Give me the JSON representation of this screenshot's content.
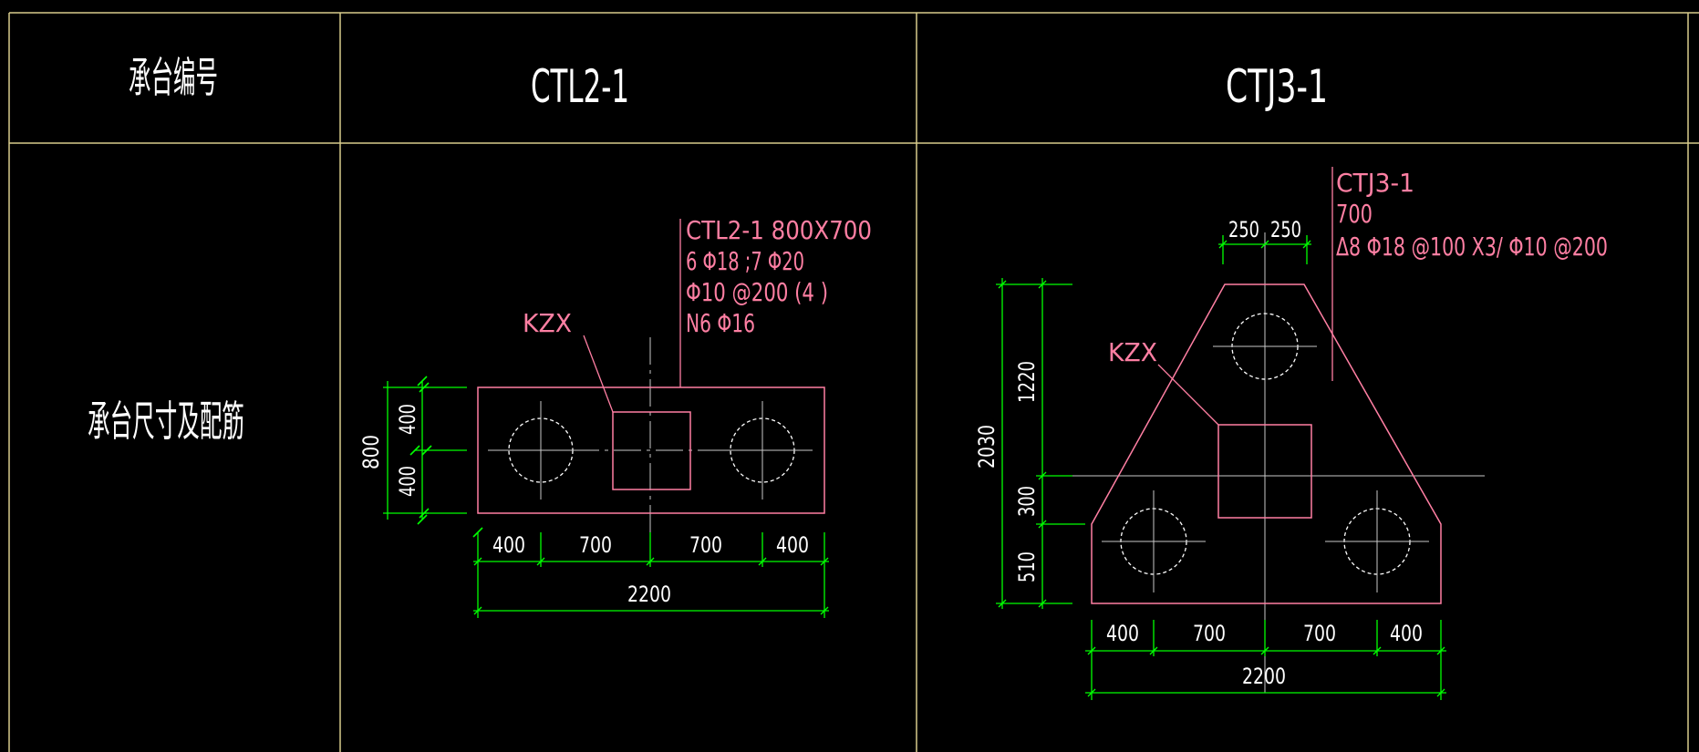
{
  "colors": {
    "background": "#000000",
    "frame": "#d8cc8c",
    "header_text": "#ffffff",
    "outline": "#ff7fa3",
    "annotation": "#ff7fa3",
    "dimension": "#00ff00",
    "dimension_text": "#ffffff",
    "axis": "#c8c8c8",
    "pile": "#ffffff"
  },
  "table": {
    "row_headers": [
      "承台编号",
      "承台尺寸及配筋"
    ],
    "column_titles": [
      "CTL2-1",
      "CTJ3-1"
    ]
  },
  "ctl2_1": {
    "label_lines": [
      "CTL2-1  800X700",
      "6 Φ18 ;7 Φ20",
      "Φ10 @200 (4 )",
      "N6 Φ16"
    ],
    "column_label": "KZX",
    "dims": {
      "width_segments": [
        "400",
        "700",
        "700",
        "400"
      ],
      "width_total": "2200",
      "height_segments": [
        "400",
        "400"
      ],
      "height_total": "800"
    }
  },
  "ctj3_1": {
    "label_lines": [
      "CTJ3-1",
      "700",
      "Δ8 Φ18 @100 X3/ Φ10 @200"
    ],
    "column_label": "KZX",
    "dims": {
      "top_segments": [
        "250",
        "250"
      ],
      "width_segments": [
        "400",
        "700",
        "700",
        "400"
      ],
      "width_total": "2200",
      "height_segments": [
        "1220",
        "300",
        "510"
      ],
      "height_total": "2030"
    }
  }
}
